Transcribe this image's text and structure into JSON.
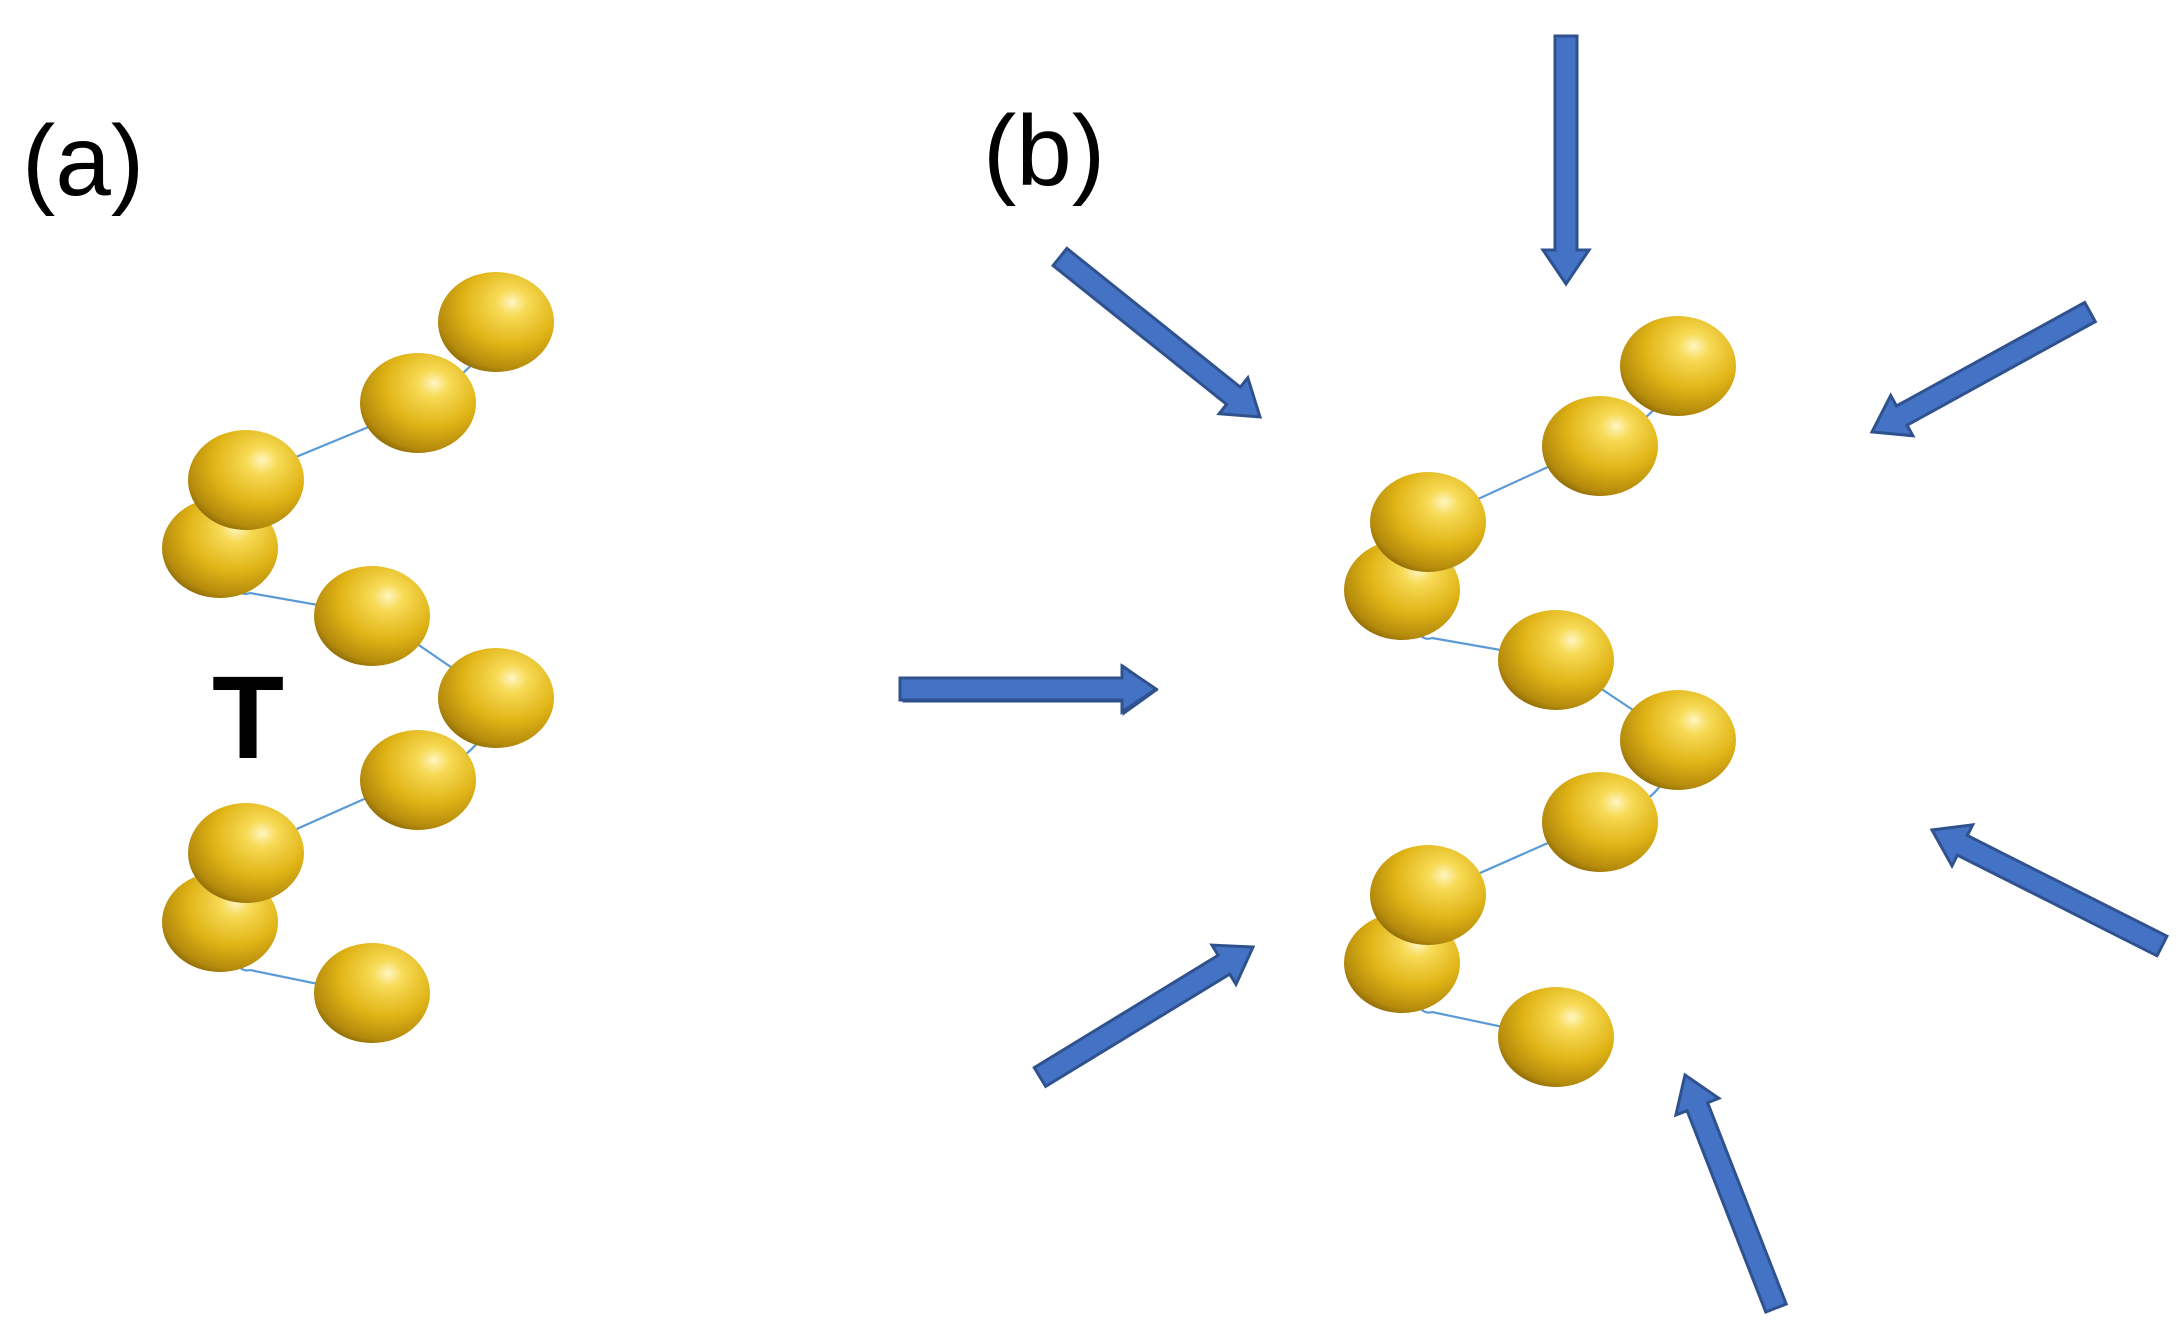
{
  "labels": {
    "panel_a": "(a)",
    "panel_b": "(b)",
    "temperature": "T"
  },
  "colors": {
    "sphere_light": "#fff6c2",
    "sphere_mid": "#e2b718",
    "sphere_dark": "#7a5a06",
    "bond": "#5b9bd5",
    "arrow_fill": "#4472c4",
    "arrow_edge": "#2f528f"
  },
  "chain": {
    "bead_count": 10
  },
  "pressure_arrows": {
    "count": 7
  }
}
